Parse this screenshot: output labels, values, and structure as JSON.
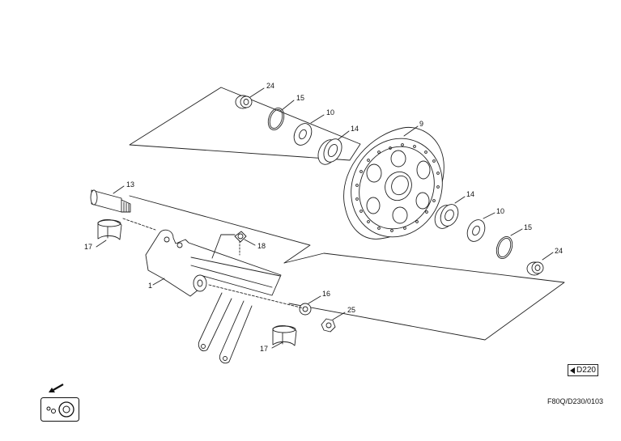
{
  "diagram": {
    "callouts": {
      "c1": "1",
      "c9": "9",
      "c10a": "10",
      "c10b": "10",
      "c13": "13",
      "c14a": "14",
      "c14b": "14",
      "c15a": "15",
      "c15b": "15",
      "c16": "16",
      "c17a": "17",
      "c17b": "17",
      "c18": "18",
      "c24a": "24",
      "c24b": "24",
      "c25": "25"
    },
    "reference_tag": "D220",
    "drawing_code": "F80Q/D230/0103"
  }
}
